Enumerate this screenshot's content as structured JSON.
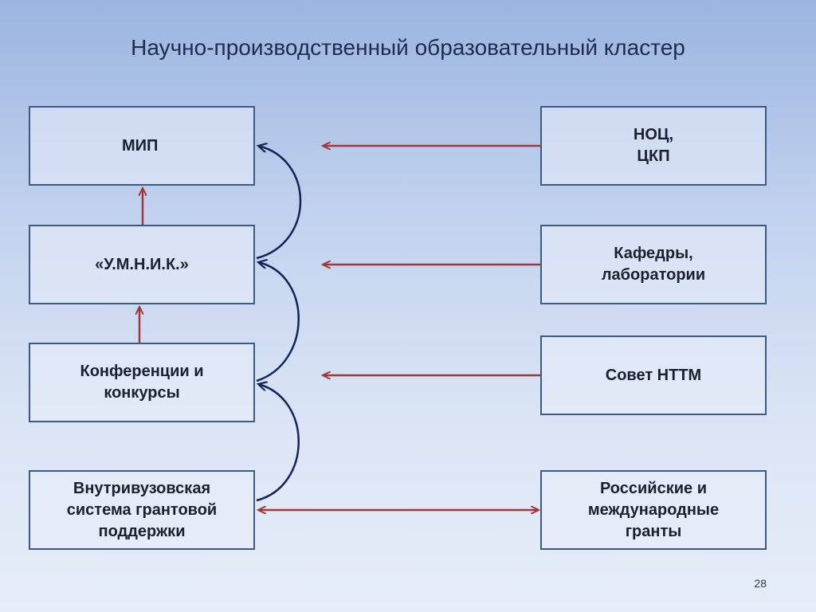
{
  "slide": {
    "title": "Научно-производственный образовательный кластер",
    "page_number": "28"
  },
  "boxes": {
    "mip": "МИП",
    "umnik": "«У.М.Н.И.К.»",
    "conf": "Конференции и\nконкурсы",
    "grant": "Внутривузовская\nсистема грантовой\nподдержки",
    "noc": "НОЦ,\nЦКП",
    "kaf": "Кафедры,\nлаборатории",
    "nttm": "Совет НТТМ",
    "ros": "Российские и\nмеждународные\nгранты"
  },
  "colors": {
    "box_border": "#3b5a84",
    "red_arrow": "#a0383a",
    "curve_arrow": "#14245a"
  }
}
